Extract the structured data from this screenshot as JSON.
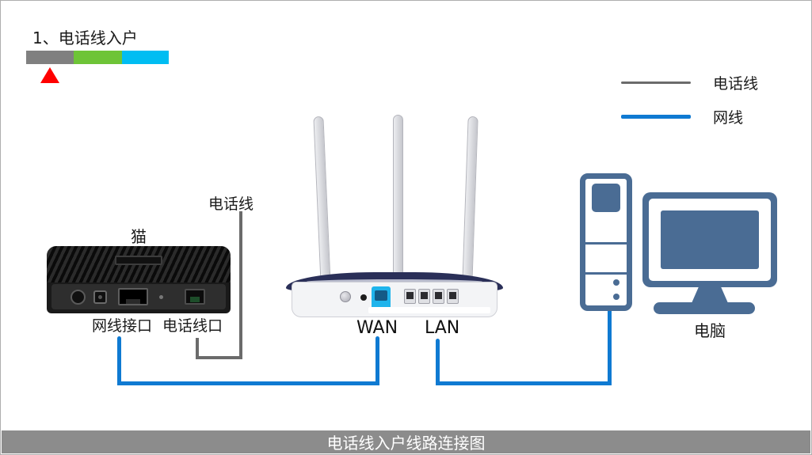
{
  "step": {
    "title": "1、电话线入户",
    "progress": {
      "segments": [
        {
          "name": "step-1-current",
          "color": "#808080"
        },
        {
          "name": "step-2",
          "color": "#6ec437"
        },
        {
          "name": "step-3",
          "color": "#00bdf2"
        }
      ],
      "marker_color": "#ff0000"
    }
  },
  "legend": {
    "items": [
      {
        "label": "电话线",
        "color": "#6b6b6b",
        "style": "thin-gray-line"
      },
      {
        "label": "网线",
        "color": "#0f7ad2",
        "style": "thick-blue-line"
      }
    ]
  },
  "devices": {
    "modem": {
      "title": "猫",
      "port_labels": [
        "网线接口",
        "电话线口"
      ]
    },
    "router": {
      "wan_label": "WAN",
      "lan_label": "LAN",
      "wan_port_color": "#1fb4ec",
      "lan_port_count": 4
    },
    "computer": {
      "label": "电脑",
      "color": "#4a6c94"
    }
  },
  "connections": {
    "phone_line_label": "电话线",
    "phone_line_color": "#6b6b6b",
    "network_line_color": "#0f7ad2"
  },
  "footer": {
    "title": "电话线入户线路连接图",
    "background": "#8c8c8c"
  }
}
